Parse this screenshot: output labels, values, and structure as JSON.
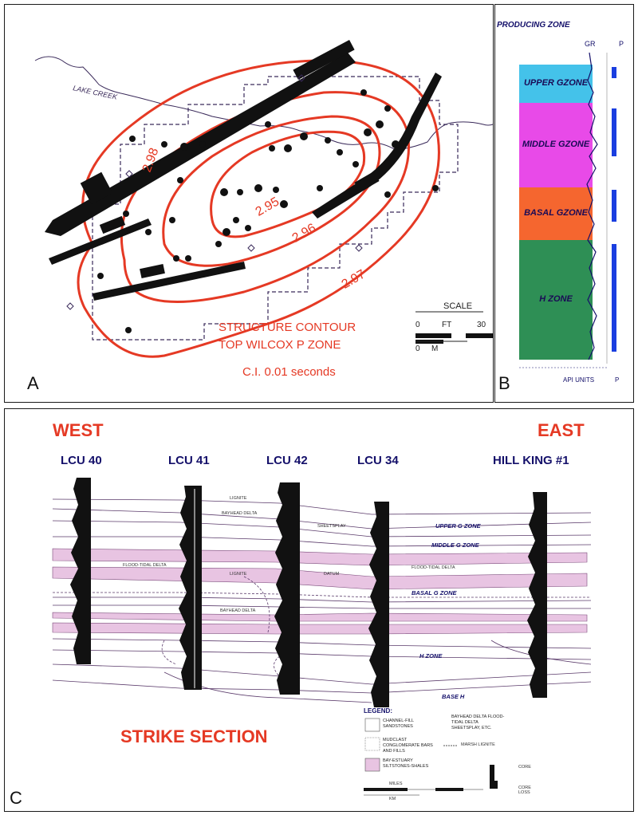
{
  "panel_a": {
    "label": "A",
    "river_label": "LAKE CREEK",
    "contours": [
      "2.98",
      "2.95",
      "2.96",
      "2.97"
    ],
    "title_line1": "STRUCTURE CONTOUR",
    "title_line2": "TOP WILCOX P ZONE",
    "interval": "C.I. 0.01 seconds",
    "scale_title": "SCALE",
    "scale_ft": "FT",
    "scale_ft_zero": "0",
    "scale_ft_end": "30",
    "scale_m": "M",
    "scale_m_zero": "0",
    "colors": {
      "contour": "#e53924",
      "fault": "#111111"
    }
  },
  "panel_b": {
    "label": "B",
    "header": "PRODUCING ZONE",
    "gr_label": "GR",
    "p_label": "P",
    "units_label": "API UNITS",
    "units_right": "P",
    "zones": [
      {
        "name_line1": "UPPER G",
        "name_line2": "ZONE",
        "color": "#44c2ea"
      },
      {
        "name_line1": "MIDDLE G",
        "name_line2": "ZONE",
        "color": "#e84ae8"
      },
      {
        "name_line1": "BASAL G",
        "name_line2": "ZONE",
        "color": "#f5662f"
      },
      {
        "name_line1": "H ZONE",
        "name_line2": "",
        "color": "#2e8f55"
      }
    ]
  },
  "panel_c": {
    "label": "C",
    "west": "WEST",
    "east": "EAST",
    "wells": [
      "LCU 40",
      "LCU 41",
      "LCU 42",
      "LCU 34",
      "HILL KING #1"
    ],
    "markers": {
      "lignite": "LIGNITE",
      "bayhead_delta": "BAYHEAD DELTA",
      "sheetsplay": "SHEETSPLAY",
      "upper_g": "UPPER G ZONE",
      "middle_g": "MIDDLE G ZONE",
      "flood_tidal_1": "FLOOD-TIDAL DELTA",
      "flood_tidal_2": "FLOOD-TIDAL DELTA",
      "lignite_2": "LIGNITE",
      "datum": "DATUM",
      "basal_g": "BASAL G ZONE",
      "bayhead_delta_2": "BAYHEAD DELTA",
      "h_zone": "H ZONE",
      "base_h": "BASE H"
    },
    "title": "STRIKE SECTION",
    "legend": {
      "title": "LEGEND:",
      "items": [
        "CHANNEL-FILL SANDSTONES",
        "MUDCLAST CONGLOMERATE BARS AND FILLS",
        "BAY-ESTUARY SILTSTONES-SHALES"
      ],
      "right_items": "BAYHEAD DELTA FLOOD-TIDAL DELTA SHEETSPLAY, ETC.",
      "marsh": "MARSH LIGNITE",
      "core": "CORE",
      "core_loss": "CORE LOSS",
      "miles": "MILES",
      "km": "KM"
    },
    "colors": {
      "pink": "#e8c4e2",
      "red": "#e53924",
      "navy": "#14106a"
    }
  }
}
